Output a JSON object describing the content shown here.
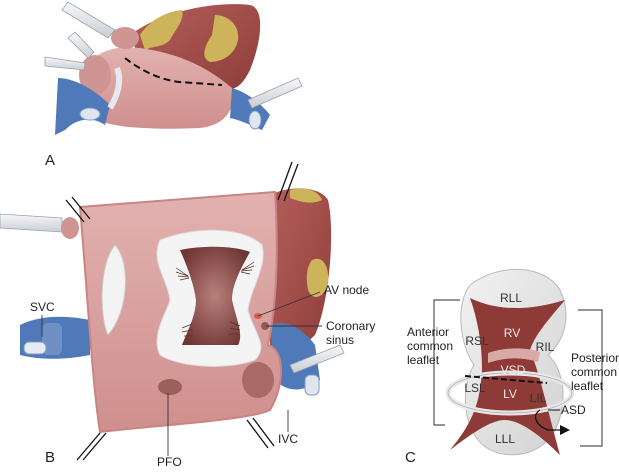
{
  "panels": {
    "a": {
      "letter": "A"
    },
    "b": {
      "letter": "B",
      "labels": {
        "svc": "SVC",
        "ivc": "IVC",
        "pfo": "PFO",
        "av_node": "AV node",
        "coronary_sinus_line1": "Coronary",
        "coronary_sinus_line2": "sinus"
      }
    },
    "c": {
      "letter": "C",
      "anterior_line1": "Anterior",
      "anterior_line2": "common",
      "anterior_line3": "leaflet",
      "posterior_line1": "Posterior",
      "posterior_line2": "common",
      "posterior_line3": "leaflet",
      "asd": "ASD",
      "leaflets": {
        "rll": "RLL",
        "rsl": "RSL",
        "ril": "RIL",
        "lsl": "LSL",
        "lil": "LIL",
        "lll": "LLL"
      },
      "chambers": {
        "rv": "RV",
        "vsd": "VSD",
        "lv": "LV"
      }
    }
  },
  "colors": {
    "atrium": "#d79a98",
    "atrium_dark": "#c48482",
    "muscle": "#a4504d",
    "fat": "#cdb45a",
    "vessel": "#4f79b8",
    "tube": "#e9ecef",
    "valve": "#f4f4f4",
    "chamber": "#8e3b38"
  }
}
